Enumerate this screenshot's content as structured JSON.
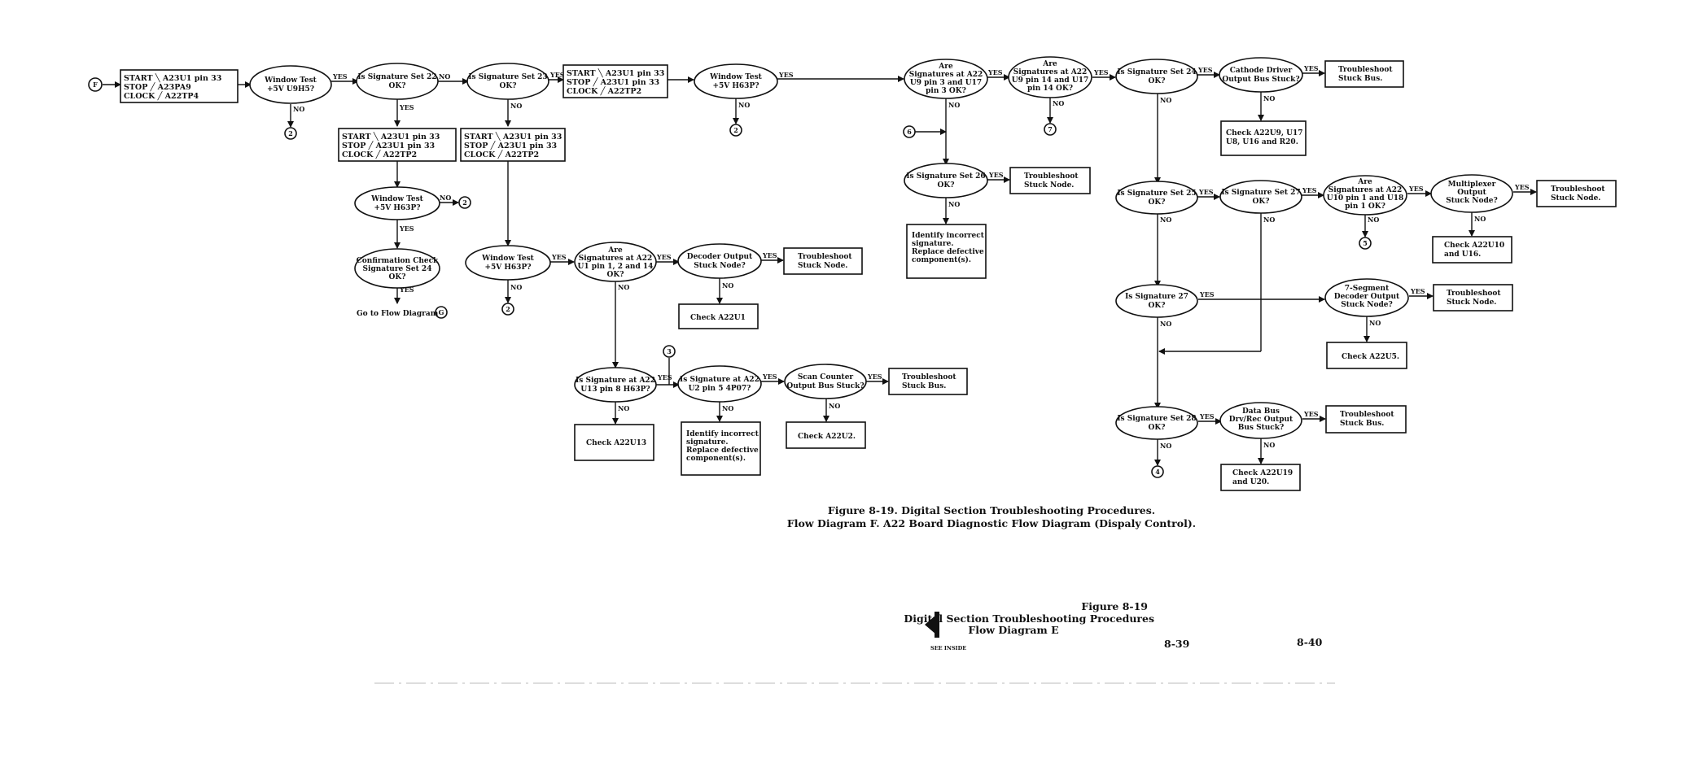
{
  "labels": {
    "yes": "YES",
    "no": "NO"
  },
  "connectors": {
    "f": "F",
    "g": "G",
    "two": "2",
    "three": "3",
    "four": "4",
    "five": "5",
    "six": "6",
    "seven": "7"
  },
  "boxes": {
    "b1": [
      "START  ╲  A23U1 pin 33",
      "STOP   ╱  A23PA9",
      "CLOCK  ╱  A22TP4"
    ],
    "b2": [
      "START  ╲  A23U1 pin 33",
      "STOP   ╱  A23U1 pin 33",
      "CLOCK  ╱  A22TP2"
    ],
    "b3": [
      "START  ╲  A23U1 pin 33",
      "STOP   ╱  A23U1 pin 33",
      "CLOCK  ╱  A22TP2"
    ],
    "b4": [
      "START  ╲  A23U1 pin 33",
      "STOP   ╱  A23U1 pin 33",
      "CLOCK  ╱  A22TP2"
    ]
  },
  "decisions": {
    "d1": [
      "Window Test",
      "+5V U9H5?"
    ],
    "d2": [
      "Is Signature Set 22",
      "OK?"
    ],
    "d3": [
      "Is Signature Set 23",
      "OK?"
    ],
    "d4": [
      "Window Test",
      "+5V H63P?"
    ],
    "d5": [
      "Window Test",
      "+5V H63P?"
    ],
    "d6": [
      "Confirmation Check",
      "Signature Set 24",
      "OK?"
    ],
    "d7": [
      "Window Test",
      "+5V H63P?"
    ],
    "d8": [
      "Are",
      "Signatures at A22",
      "U1 pin 1, 2 and 14",
      "OK?"
    ],
    "d9": [
      "Decoder Output",
      "Stuck Node?"
    ],
    "d10": [
      "Is Signature at A22",
      "U13 pin 8 H63P?"
    ],
    "d11": [
      "Is Signature at A22",
      "U2 pin 5 4P07?"
    ],
    "d12": [
      "Scan Counter",
      "Output Bus Stuck?"
    ],
    "d13": [
      "Are",
      "Signatures at A22",
      "U9 pin 3 and U17",
      "pin 3 OK?"
    ],
    "d14": [
      "Are",
      "Signatures at A22",
      "U9 pin 14 and U17",
      "pin 14 OK?"
    ],
    "d15": [
      "Is Signature Set 26",
      "OK?"
    ],
    "d16": [
      "Is Signature Set 24",
      "OK?"
    ],
    "d17": [
      "Cathode Driver",
      "Output Bus Stuck?"
    ],
    "d18": [
      "Is Signature Set 25",
      "OK?"
    ],
    "d19": [
      "Is Signature Set 27",
      "OK?"
    ],
    "d20": [
      "Are",
      "Signatures at A22",
      "U10 pin 1 and U18",
      "pin 1 OK?"
    ],
    "d21": [
      "Multiplexer",
      "Output",
      "Stuck Node?"
    ],
    "d22": [
      "Is Signature 27",
      "OK?"
    ],
    "d23": [
      "7-Segment",
      "Decoder Output",
      "Stuck Node?"
    ],
    "d24": [
      "Is Signature Set 28",
      "OK?"
    ],
    "d25": [
      "Data Bus",
      "Drv/Rec Output",
      "Bus Stuck?"
    ]
  },
  "actions": {
    "a_goto": "Go to Flow Diagram",
    "a1": [
      "Troubleshoot",
      "Stuck Node."
    ],
    "a2": [
      "Check A22U1"
    ],
    "a3": [
      "Check A22U13"
    ],
    "a4": [
      "Identify incorrect",
      "signature.",
      "Replace defective",
      "component(s)."
    ],
    "a5": [
      "Check A22U2."
    ],
    "a6": [
      "Troubleshoot",
      "Stuck Bus."
    ],
    "a7": [
      "Troubleshoot",
      "Stuck Node."
    ],
    "a8": [
      "Identify incorrect",
      "signature.",
      "Replace defective",
      "component(s)."
    ],
    "a9": [
      "Troubleshoot",
      "Stuck Bus."
    ],
    "a10": [
      "Check A22U9, U17",
      "U8, U16 and R20."
    ],
    "a11": [
      "Troubleshoot",
      "Stuck Node."
    ],
    "a12": [
      "Check A22U10",
      "and U16."
    ],
    "a13": [
      "Troubleshoot",
      "Stuck Node."
    ],
    "a14": [
      "Check A22U5."
    ],
    "a15": [
      "Troubleshoot",
      "Stuck Bus."
    ],
    "a16": [
      "Check A22U19",
      "and U20."
    ]
  },
  "caption": {
    "line1": "Figure 8-19.  Digital Section Troubleshooting Procedures.",
    "line2": "Flow Diagram F.  A22 Board Diagnostic Flow Diagram (Dispaly Control)."
  },
  "footer": {
    "fig": "Figure 8-19",
    "title1": "Digital Section Troubleshooting Procedures",
    "title2": "Flow Diagram E",
    "see_inside": "SEE INSIDE",
    "page_left": "8-39",
    "page_right": "8-40"
  }
}
